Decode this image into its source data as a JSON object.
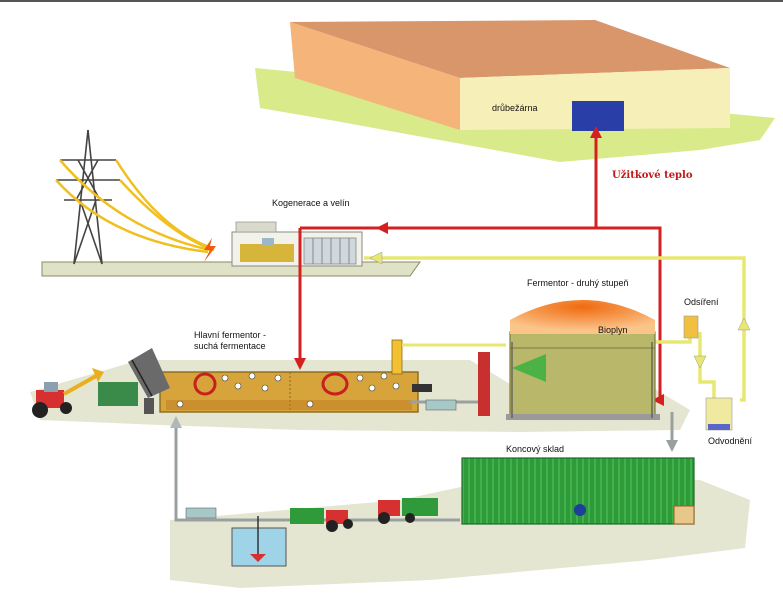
{
  "labels": {
    "poultry_house": "drůbežárna",
    "useful_heat": "Užitkové teplo",
    "chp": "Kogenerace a velín",
    "main_fermenter_line1": "Hlavní fermentor -",
    "main_fermenter_line2": "suchá fermentace",
    "second_fermenter": "Fermentor - druhý stupeň",
    "biogas": "Bioplyn",
    "desulfurization": "Odsíření",
    "dewatering": "Odvodnění",
    "final_storage": "Koncový sklad"
  },
  "colors": {
    "heat_pipe": "#d42020",
    "gas_pipe": "#e8e870",
    "digestate_pipe": "#9aa0a0",
    "ground": "#e4e6d2",
    "storage": "#2f9a3a",
    "fermenter": "#d6a43a",
    "tank": "#b9b86a",
    "biogas": "#f08a20"
  }
}
